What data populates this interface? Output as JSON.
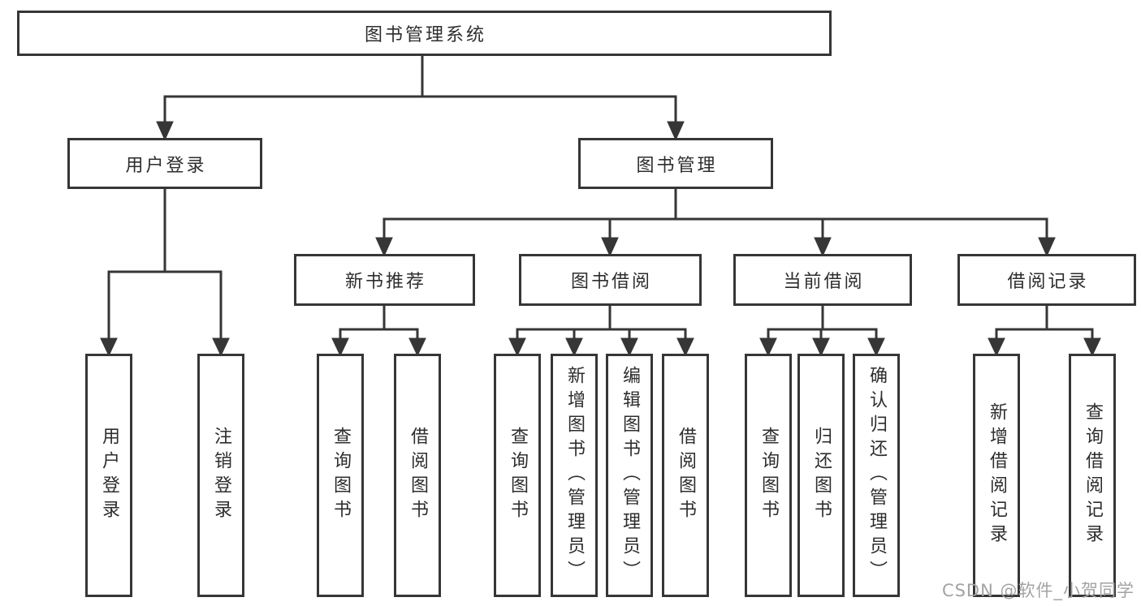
{
  "diagram_title": "图书管理系统",
  "colors": {
    "line": "#363636",
    "border": "#363636",
    "text": "#2d2d2d",
    "background": "#ffffff",
    "watermark": "#a3a3a3"
  },
  "watermark": {
    "text": "CSDN @软件_小贺同学"
  },
  "nodes": {
    "root": {
      "label": "图书管理系统"
    },
    "user_login": {
      "label": "用户登录"
    },
    "book_management": {
      "label": "图书管理"
    },
    "new_book_recommend": {
      "label": "新书推荐"
    },
    "book_borrowing": {
      "label": "图书借阅"
    },
    "current_borrowing": {
      "label": "当前借阅"
    },
    "borrowing_records": {
      "label": "借阅记录"
    },
    "leaves": {
      "user_login": {
        "label": "用户登录"
      },
      "logout": {
        "label": "注销登录"
      },
      "query_books_under_recommend": {
        "label": "查询图书"
      },
      "borrow_books_under_recommend": {
        "label": "借阅图书"
      },
      "query_books_under_borrowing": {
        "label": "查询图书"
      },
      "add_books_admin": {
        "label": "新增图书（管理员）"
      },
      "edit_books_admin": {
        "label": "编辑图书（管理员）"
      },
      "borrow_books_under_borrowing": {
        "label": "借阅图书"
      },
      "query_books_under_current": {
        "label": "查询图书"
      },
      "return_books": {
        "label": "归还图书"
      },
      "confirm_return_admin": {
        "label": "确认归还（管理员）"
      },
      "add_borrow_record": {
        "label": "新增借阅记录"
      },
      "query_borrow_record": {
        "label": "查询借阅记录"
      }
    }
  },
  "hierarchy": {
    "图书管理系统": {
      "用户登录": [
        "用户登录",
        "注销登录"
      ],
      "图书管理": {
        "新书推荐": [
          "查询图书",
          "借阅图书"
        ],
        "图书借阅": [
          "查询图书",
          "新增图书（管理员）",
          "编辑图书（管理员）",
          "借阅图书"
        ],
        "当前借阅": [
          "查询图书",
          "归还图书",
          "确认归还（管理员）"
        ],
        "借阅记录": [
          "新增借阅记录",
          "查询借阅记录"
        ]
      }
    }
  }
}
